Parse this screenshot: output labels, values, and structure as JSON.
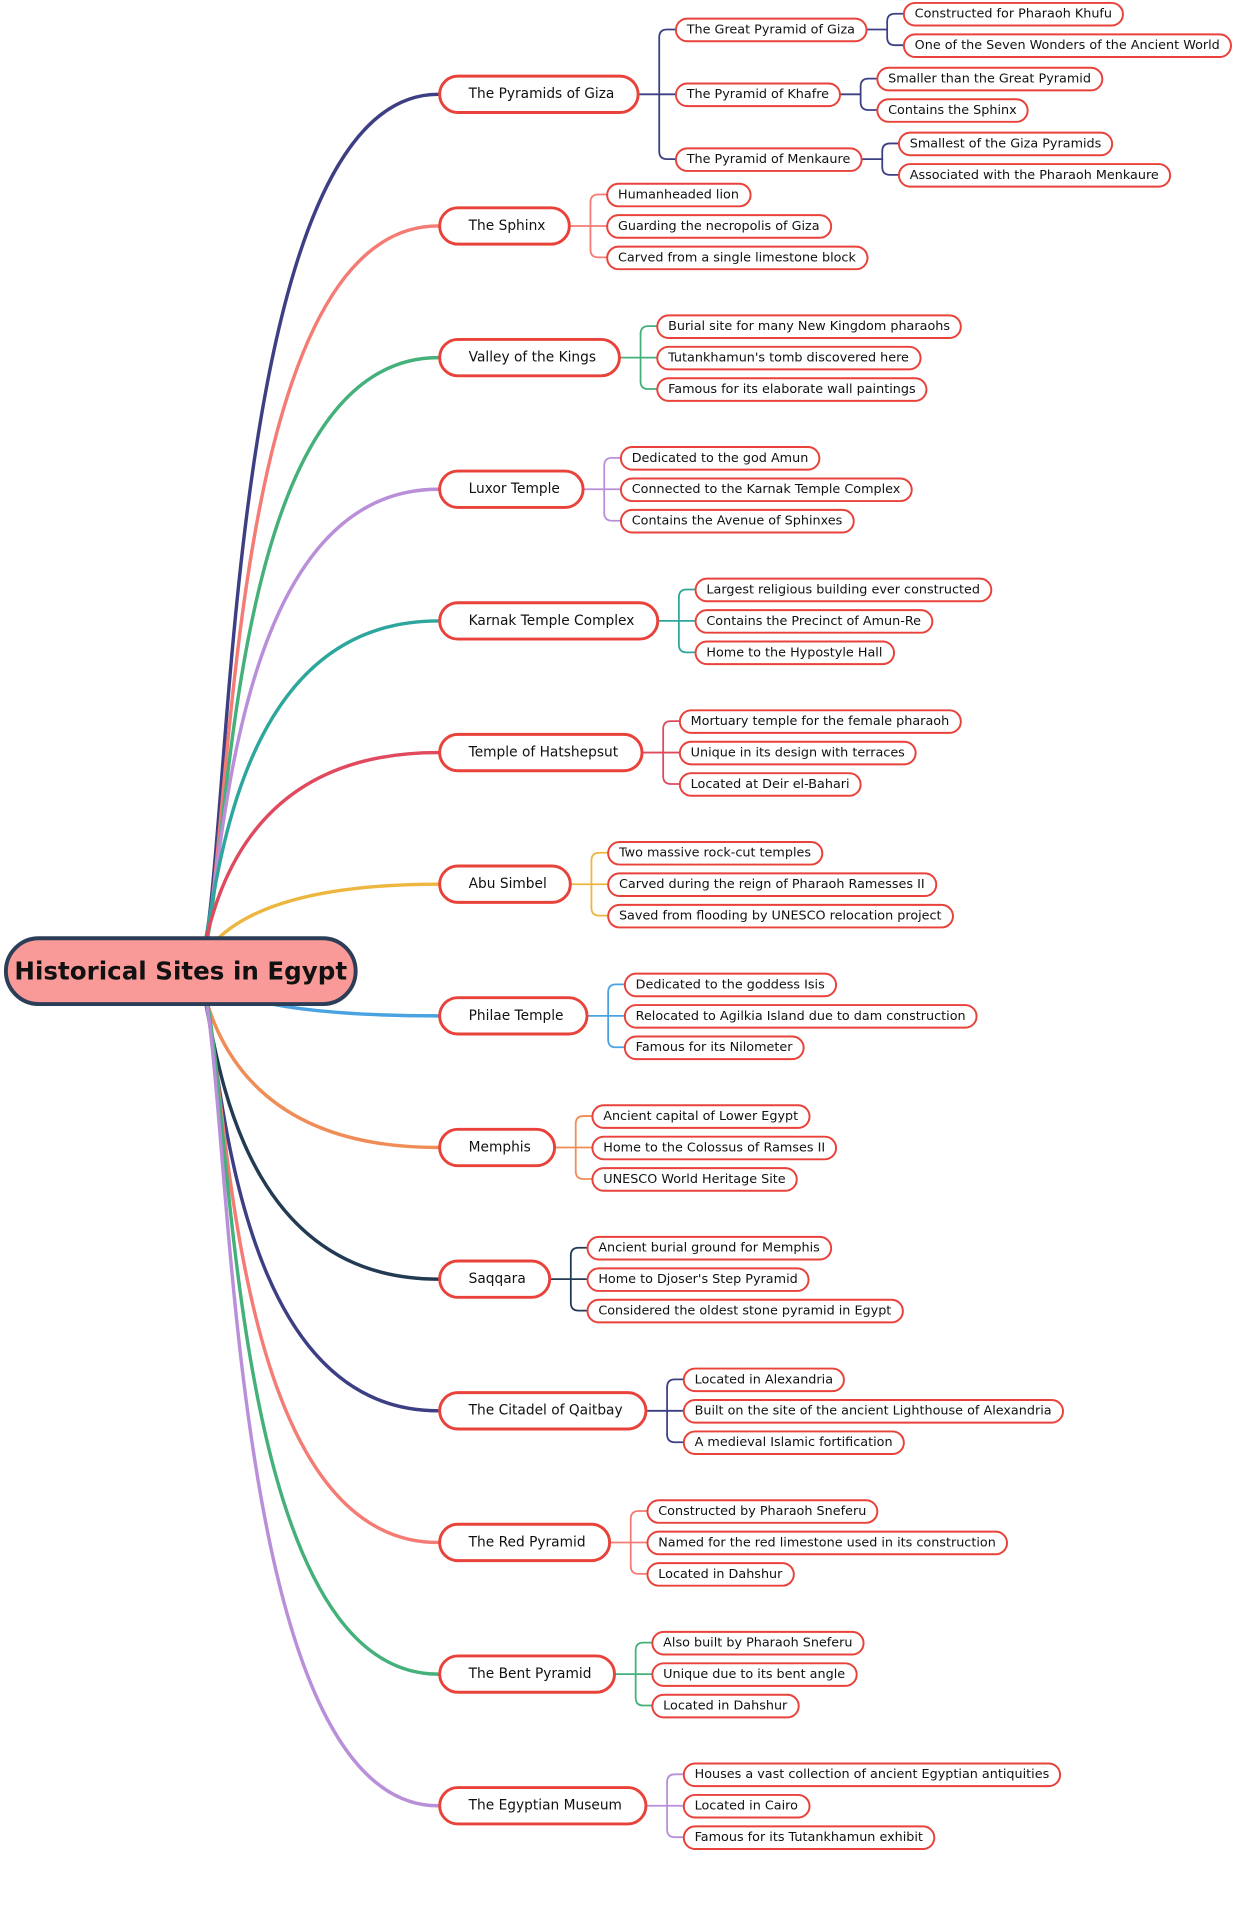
{
  "root": {
    "label": "Historical Sites in Egypt"
  },
  "colors": {
    "node_border": "#e8423a",
    "root_fill": "#f99a98",
    "root_border": "#2c3e57"
  },
  "branches": [
    {
      "label": "The Pyramids of Giza",
      "color": "#3d3f84",
      "children": [
        {
          "label": "The Great Pyramid of Giza",
          "children": [
            {
              "label": "Constructed for Pharaoh Khufu"
            },
            {
              "label": "One of the Seven Wonders of the Ancient World"
            }
          ]
        },
        {
          "label": "The Pyramid of Khafre",
          "children": [
            {
              "label": "Smaller than the Great Pyramid"
            },
            {
              "label": "Contains the Sphinx"
            }
          ]
        },
        {
          "label": "The Pyramid of Menkaure",
          "children": [
            {
              "label": "Smallest of the Giza Pyramids"
            },
            {
              "label": "Associated with the Pharaoh Menkaure"
            }
          ]
        }
      ]
    },
    {
      "label": "The Sphinx",
      "color": "#f47c74",
      "children": [
        {
          "label": "Humanheaded lion"
        },
        {
          "label": "Guarding the necropolis of Giza"
        },
        {
          "label": "Carved from a single limestone block"
        }
      ]
    },
    {
      "label": "Valley of the Kings",
      "color": "#44b07a",
      "children": [
        {
          "label": "Burial site for many New Kingdom pharaohs"
        },
        {
          "label": "Tutankhamun's tomb discovered here"
        },
        {
          "label": "Famous for its elaborate wall paintings"
        }
      ]
    },
    {
      "label": "Luxor Temple",
      "color": "#b98fd9",
      "children": [
        {
          "label": "Dedicated to the god Amun"
        },
        {
          "label": "Connected to the Karnak Temple Complex"
        },
        {
          "label": "Contains the Avenue of Sphinxes"
        }
      ]
    },
    {
      "label": "Karnak Temple Complex",
      "color": "#2da79d",
      "children": [
        {
          "label": "Largest religious building ever constructed"
        },
        {
          "label": "Contains the Precinct of Amun-Re"
        },
        {
          "label": "Home to the Hypostyle Hall"
        }
      ]
    },
    {
      "label": "Temple of Hatshepsut",
      "color": "#e0495e",
      "children": [
        {
          "label": "Mortuary temple for the female pharaoh"
        },
        {
          "label": "Unique in its design with terraces"
        },
        {
          "label": "Located at Deir el-Bahari"
        }
      ]
    },
    {
      "label": "Abu Simbel",
      "color": "#edb63f",
      "children": [
        {
          "label": "Two massive rock-cut temples"
        },
        {
          "label": "Carved during the reign of Pharaoh Ramesses II"
        },
        {
          "label": "Saved from flooding by UNESCO relocation project"
        }
      ]
    },
    {
      "label": "Philae Temple",
      "color": "#4aa3e0",
      "children": [
        {
          "label": "Dedicated to the goddess Isis"
        },
        {
          "label": "Relocated to Agilkia Island due to dam construction"
        },
        {
          "label": "Famous for its Nilometer"
        }
      ]
    },
    {
      "label": "Memphis",
      "color": "#f08d57",
      "children": [
        {
          "label": "Ancient capital of Lower Egypt"
        },
        {
          "label": "Home to the Colossus of Ramses II"
        },
        {
          "label": "UNESCO World Heritage Site"
        }
      ]
    },
    {
      "label": "Saqqara",
      "color": "#233a53",
      "children": [
        {
          "label": "Ancient burial ground for Memphis"
        },
        {
          "label": "Home to Djoser's Step Pyramid"
        },
        {
          "label": "Considered the oldest stone pyramid in Egypt"
        }
      ]
    },
    {
      "label": "The Citadel of Qaitbay",
      "color": "#3d3f84",
      "children": [
        {
          "label": "Located in Alexandria"
        },
        {
          "label": "Built on the site of the ancient Lighthouse of Alexandria"
        },
        {
          "label": "A medieval Islamic fortification"
        }
      ]
    },
    {
      "label": "The Red Pyramid",
      "color": "#f47c74",
      "children": [
        {
          "label": "Constructed by Pharaoh Sneferu"
        },
        {
          "label": "Named for the red limestone used in its construction"
        },
        {
          "label": "Located in Dahshur"
        }
      ]
    },
    {
      "label": "The Bent Pyramid",
      "color": "#44b07a",
      "children": [
        {
          "label": "Also built by Pharaoh Sneferu"
        },
        {
          "label": "Unique due to its bent angle"
        },
        {
          "label": "Located in Dahshur"
        }
      ]
    },
    {
      "label": "The Egyptian Museum",
      "color": "#b98fd9",
      "children": [
        {
          "label": "Houses a vast collection of ancient Egyptian antiquities"
        },
        {
          "label": "Located in Cairo"
        },
        {
          "label": "Famous for its Tutankhamun exhibit"
        }
      ]
    }
  ]
}
